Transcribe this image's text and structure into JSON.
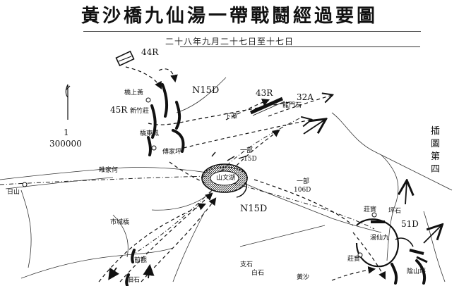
{
  "title": "黃沙橋九仙湯一帶戰鬪經過要圖",
  "date": "二十八年九月二十七日至十七日",
  "plate": "插圖第四",
  "scale": {
    "one": "1",
    "denominator": "300000"
  },
  "units": {
    "u44R": "44R",
    "u43R": "43R",
    "u32A": "32A",
    "u45R": "45R",
    "n15d_top": "N15D",
    "n15d_mid": "N15D",
    "part15": "一部",
    "u15D": "15D",
    "part106": "一部",
    "u106D": "106D",
    "u51D": "51D"
  },
  "places": {
    "qiaoshanghuang": "橋上黃",
    "xinzhuang": "新竹莊",
    "qiaodongfeng": "橋東鳳",
    "fujiaping": "傅家坪",
    "xiamen": "下潭",
    "longmenshi": "龍門石",
    "jujiaxi": "睢家何",
    "riyue": "日山",
    "shichengqiao": "市城橋",
    "shanwenhu": "山文湖",
    "qianguan": "前觀",
    "zhishi": "支石",
    "huangyang": "黃沙",
    "youshi": "佃石",
    "jiuxian_hill": "坪石",
    "jiuxiantang": "湯仙九",
    "zhenshi": "莊實",
    "zhenshi2": "莊實",
    "yinshan": "陰山坪",
    "baishi": "白石"
  }
}
